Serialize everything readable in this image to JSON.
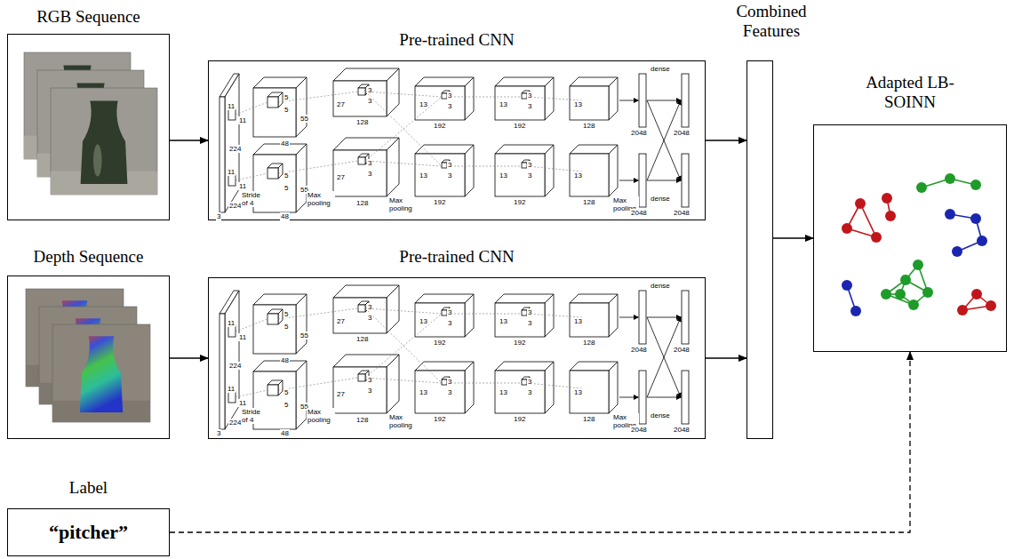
{
  "diagram": {
    "nodes": [
      {
        "text": [
          "RGB Sequence"
        ]
      },
      {
        "text": [
          "Pre-trained CNN"
        ]
      },
      {
        "text": [
          "Depth Sequence"
        ]
      },
      {
        "text": [
          "Pre-trained CNN"
        ]
      },
      {
        "text": [
          "Combined Features"
        ]
      },
      {
        "text": [
          "Adapted LB-SOINN"
        ]
      },
      {
        "text": [
          "Label",
          "“pitcher”"
        ]
      }
    ],
    "edges": [
      {
        "from": 0,
        "to": 1,
        "arrow": "to"
      },
      {
        "from": 2,
        "to": 3,
        "arrow": "to"
      },
      {
        "from": 1,
        "to": 4,
        "arrow": "to"
      },
      {
        "from": 3,
        "to": 4,
        "arrow": "to"
      },
      {
        "from": 4,
        "to": 5,
        "arrow": "to"
      },
      {
        "from": 6,
        "to": 5,
        "arrow": "to"
      }
    ],
    "labels": [
      "11",
      "11",
      "224",
      "11",
      "11",
      "224",
      "Stride of 4",
      "3",
      "5",
      "5",
      "48",
      "55",
      "5",
      "5",
      "55",
      "48",
      "Max pooling",
      "27",
      "3",
      "3",
      "128",
      "27",
      "3",
      "3",
      "128",
      "Max pooling",
      "13",
      "3",
      "3",
      "192",
      "13",
      "3",
      "3",
      "192",
      "13",
      "3",
      "3",
      "192",
      "13",
      "3",
      "3",
      "192",
      "13",
      "128",
      "13",
      "128",
      "Max pooling",
      "dense",
      "dense",
      "2048",
      "2048",
      "2048",
      "2048",
      "11",
      "11",
      "224",
      "11",
      "11",
      "224",
      "Stride of 4",
      "3",
      "5",
      "5",
      "48",
      "55",
      "5",
      "5",
      "55",
      "48",
      "Max pooling",
      "27",
      "3",
      "3",
      "128",
      "27",
      "3",
      "3",
      "128",
      "Max pooling",
      "13",
      "3",
      "3",
      "192",
      "13",
      "3",
      "3",
      "192",
      "13",
      "3",
      "3",
      "192",
      "13",
      "3",
      "3",
      "192",
      "13",
      "128",
      "13",
      "128",
      "Max pooling",
      "dense",
      "dense",
      "2048",
      "2048",
      "2048",
      "2048"
    ]
  }
}
